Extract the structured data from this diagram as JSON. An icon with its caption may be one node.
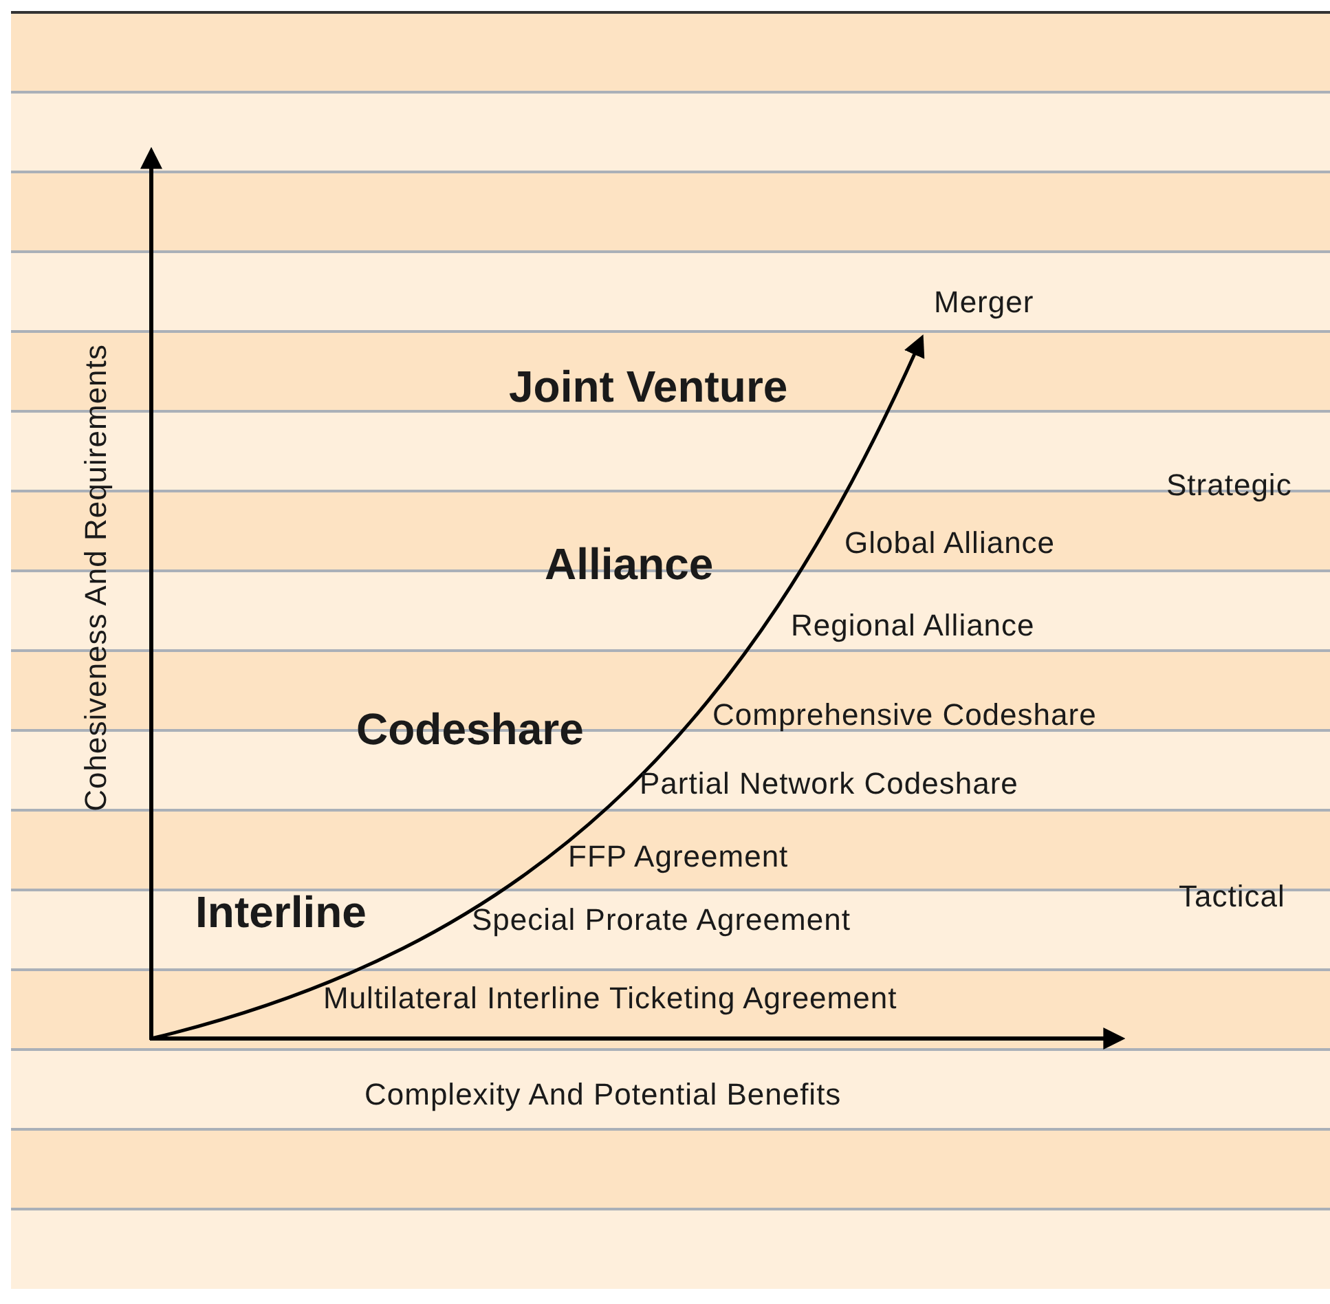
{
  "diagram": {
    "labels": [
      "Cohesiveness And Requirements",
      "Merger",
      "Joint Venture",
      "Strategic",
      "Global Alliance",
      "Alliance",
      "Regional Alliance",
      "Comprehensive Codeshare",
      "Codeshare",
      "Partial Network Codeshare",
      "FFP Agreement",
      "Tactical",
      "Interline",
      "Special Prorate Agreement",
      "Multilateral Interline Ticketing Agreement",
      "Complexity And Potential Benefits"
    ]
  }
}
